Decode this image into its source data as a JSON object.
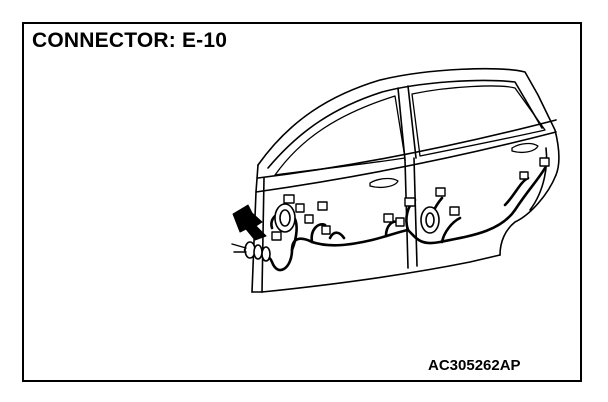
{
  "header": {
    "title": "CONNECTOR: E-10"
  },
  "footer": {
    "figure_code": "AC305262AP"
  },
  "illustration": {
    "subject": "rear-door-wiring-harness",
    "pointer": "arrow-icon",
    "line_color": "#000000"
  }
}
